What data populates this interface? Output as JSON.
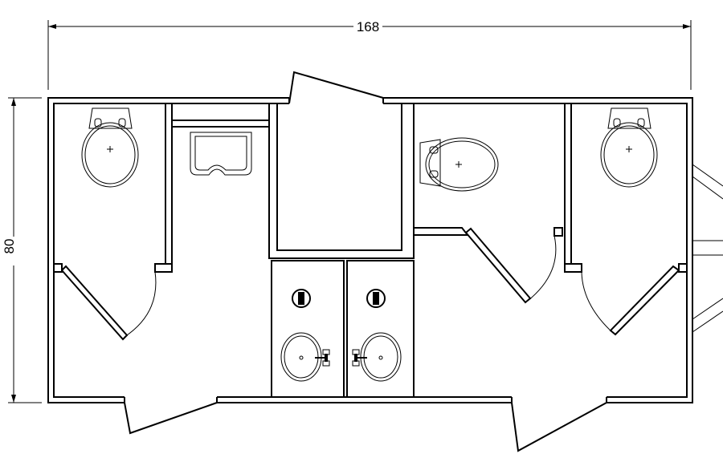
{
  "dimensions": {
    "width_label": "168",
    "height_label": "80"
  },
  "fixtures": {
    "toilets": 3,
    "urinal": 1,
    "sinks": 2,
    "soap_dispensers": 2
  },
  "icons": [
    "toilet-icon",
    "urinal-icon",
    "sink-icon",
    "faucet-icon",
    "soap-dispenser-icon",
    "door-swing-icon"
  ]
}
